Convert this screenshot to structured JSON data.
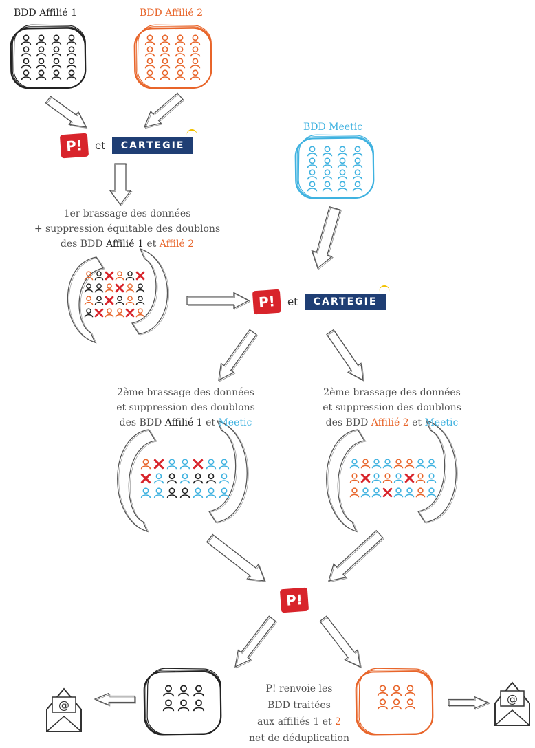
{
  "databases": {
    "affilie1": "BDD Affilié 1",
    "affilie2": "BDD Affilié 2",
    "meetic": "BDD Meetic"
  },
  "logos": {
    "p_mark": "P!",
    "et": "et",
    "cartegie": "CARTEGIE"
  },
  "step1": {
    "line1": "1er brassage des données",
    "line2": "+ suppression équitable des doublons",
    "line3_prefix": "des BDD",
    "line3_a1": "Affilié 1",
    "line3_et": "et",
    "line3_a2": "Affilé 2"
  },
  "step2_left": {
    "line1": "2ème brassage des données",
    "line2": "et suppression des doublons",
    "line3_prefix": "des BDD",
    "line3_a": "Affilié 1",
    "line3_et": "et",
    "line3_b": "Meetic"
  },
  "step2_right": {
    "line1": "2ème brassage des données",
    "line2": "et suppression des doublons",
    "line3_prefix": "des BDD",
    "line3_a": "Affilié 2",
    "line3_et": "et",
    "line3_b": "Meetic"
  },
  "final": {
    "line1": "P! renvoie les",
    "line2": "BDD traitées",
    "line3_prefix": "aux affiliés 1 et",
    "line3_num": "2",
    "line4": "net de déduplication"
  },
  "colors": {
    "black": "#222222",
    "orange": "#e8652a",
    "blue": "#3fb2e0",
    "red": "#d8242b",
    "navy": "#1f3e74",
    "arrow": "#555555"
  },
  "icons": [
    "person-icon",
    "cross-mark-icon",
    "arrow-icon",
    "cycle-arrow-icon",
    "envelope-icon"
  ]
}
